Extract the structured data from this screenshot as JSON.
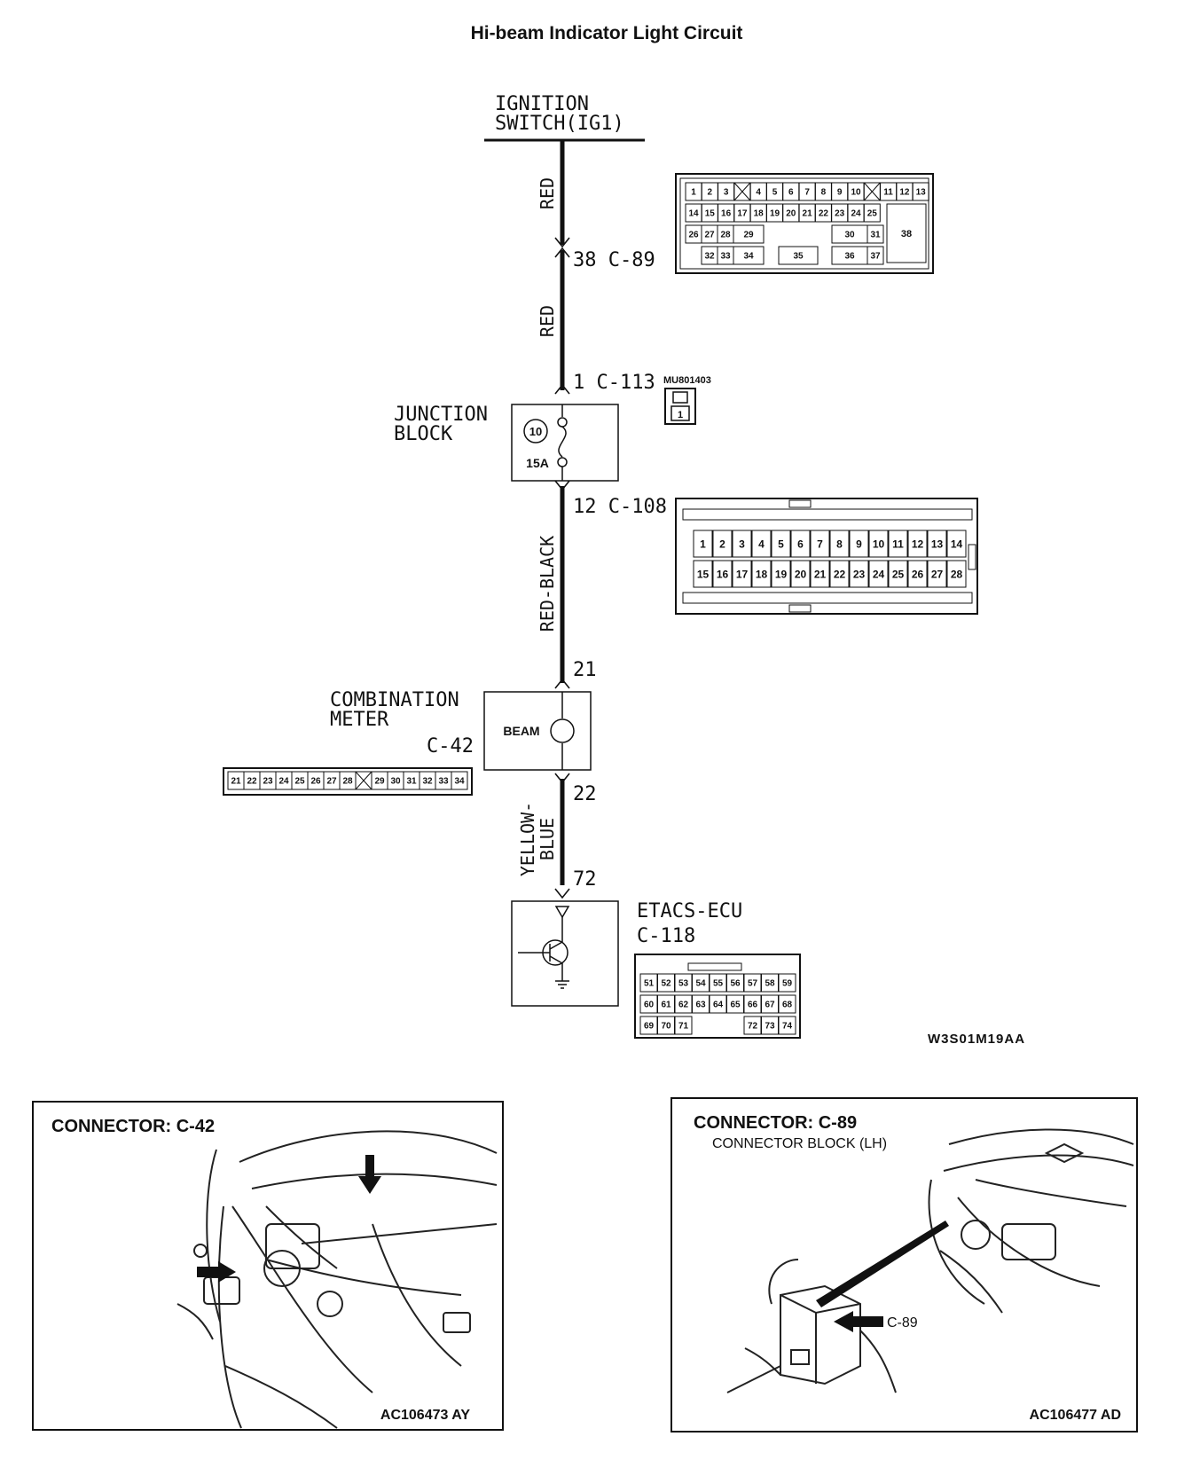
{
  "title": "Hi-beam Indicator Light Circuit",
  "ignition": {
    "line1": "IGNITION",
    "line2": "SWITCH(IG1)"
  },
  "wires": {
    "red_1": "RED",
    "red_2": "RED",
    "red_black": "RED-BLACK",
    "yellow_blue_1": "YELLOW-",
    "yellow_blue_2": "BLUE"
  },
  "pins": {
    "c89": "38  C-89",
    "c113": "1  C-113",
    "c108": "12  C-108",
    "meter_in": "21",
    "meter_out": "22",
    "ecu_in": "72"
  },
  "part_number": "MU801403",
  "junction": {
    "line1": "JUNCTION",
    "line2": "BLOCK",
    "fuse_no": "10",
    "rating": "15A"
  },
  "meter": {
    "line1": "COMBINATION",
    "line2": "METER",
    "connector": "C-42",
    "lamp": "BEAM"
  },
  "ecu": {
    "name": "ETACS-ECU",
    "connector": "C-118"
  },
  "diagram_code": "W3S01M19AA",
  "connectors": {
    "c89_rows": [
      [
        "1",
        "2",
        "3",
        "X",
        "4",
        "5",
        "6",
        "7",
        "8",
        "9",
        "10",
        "X",
        "11",
        "12",
        "13"
      ],
      [
        "14",
        "15",
        "16",
        "17",
        "18",
        "19",
        "20",
        "21",
        "22",
        "23",
        "24",
        "25"
      ],
      [
        "26",
        "27",
        "28",
        "29",
        "30",
        "31",
        "38"
      ],
      [
        "32",
        "33",
        "34",
        "35",
        "36",
        "37"
      ]
    ],
    "c113_pin": "1",
    "c108_rows": [
      [
        "1",
        "2",
        "3",
        "4",
        "5",
        "6",
        "7",
        "8",
        "9",
        "10",
        "11",
        "12",
        "13",
        "14"
      ],
      [
        "15",
        "16",
        "17",
        "18",
        "19",
        "20",
        "21",
        "22",
        "23",
        "24",
        "25",
        "26",
        "27",
        "28"
      ]
    ],
    "c42_pins": [
      "21",
      "22",
      "23",
      "24",
      "25",
      "26",
      "27",
      "28",
      "X",
      "29",
      "30",
      "31",
      "32",
      "33",
      "34"
    ],
    "c118_rows": [
      [
        "51",
        "52",
        "53",
        "54",
        "55",
        "56",
        "57",
        "58",
        "59"
      ],
      [
        "60",
        "61",
        "62",
        "63",
        "64",
        "65",
        "66",
        "67",
        "68"
      ],
      [
        "69",
        "70",
        "71",
        "72",
        "73",
        "74"
      ]
    ]
  },
  "panel_left": {
    "title": "CONNECTOR: C-42",
    "code": "AC106473 AY"
  },
  "panel_right": {
    "title": "CONNECTOR: C-89",
    "subtitle": "CONNECTOR BLOCK (LH)",
    "callout": "C-89",
    "code": "AC106477 AD"
  }
}
